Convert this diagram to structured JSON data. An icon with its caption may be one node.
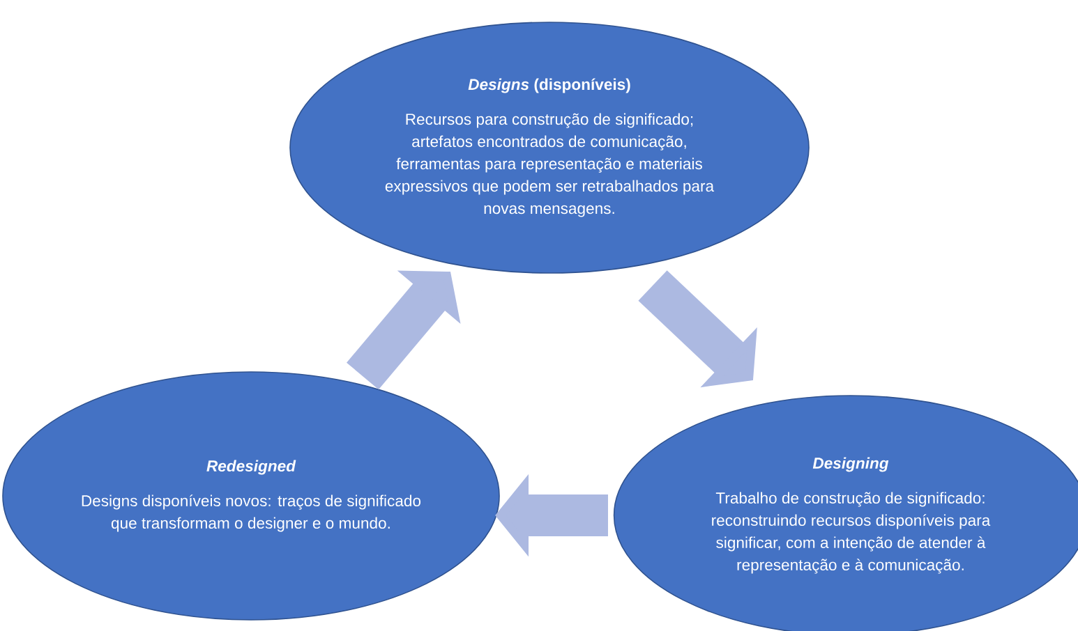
{
  "diagram": {
    "nodes": [
      {
        "text": [
          "*Designs* (disponíveis)",
          "Recursos para construção de significado; artefatos encontrados de comunicação, ferramentas para representação e materiais expressivos que podem ser retrabalhados para novas mensagens."
        ]
      },
      {
        "text": [
          "Designing",
          "Trabalho de construção de significado: reconstruindo recursos disponíveis para significar, com a intenção de atender à representação e à comunicação."
        ]
      },
      {
        "text": [
          "Redesigned",
          "Designs disponíveis novos: traços de significado que transformam o designer e o mundo."
        ]
      }
    ],
    "edges": [
      {
        "from": 0,
        "to": 1,
        "arrow": "to"
      },
      {
        "from": 1,
        "to": 2,
        "arrow": "to"
      },
      {
        "from": 2,
        "to": 0,
        "arrow": "to"
      }
    ]
  }
}
